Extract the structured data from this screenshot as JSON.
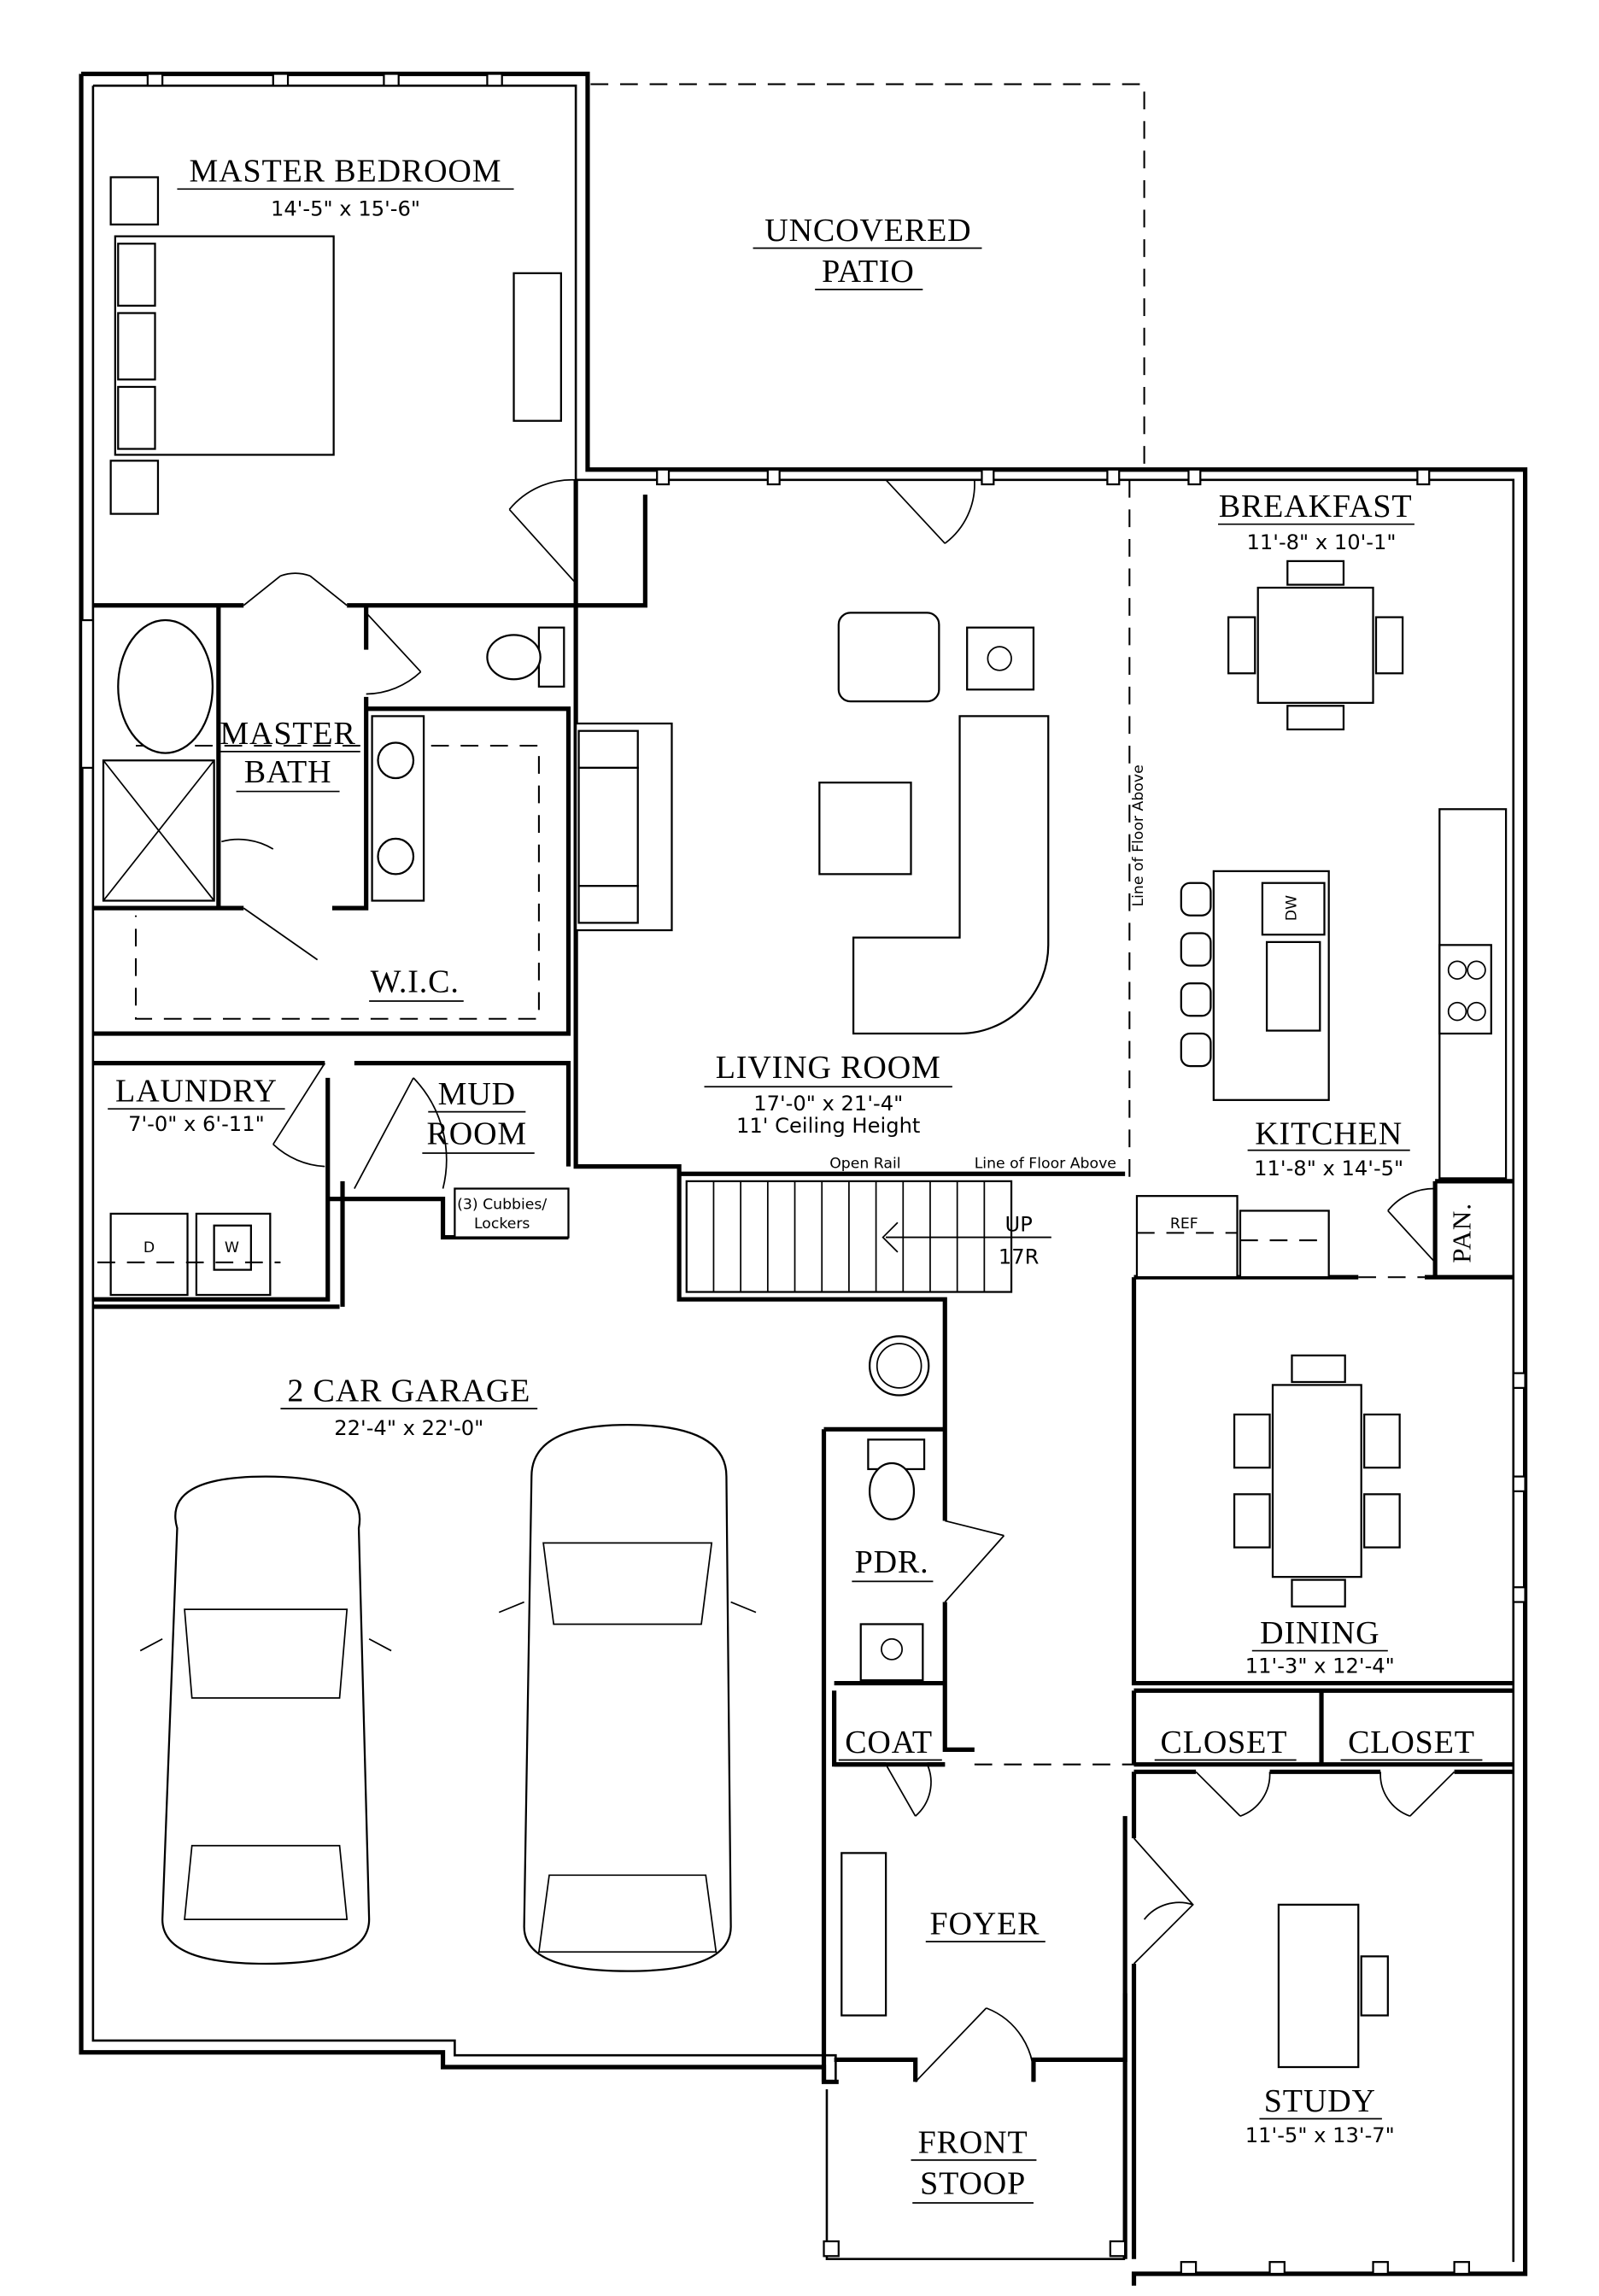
{
  "rooms": {
    "master_bedroom": {
      "name": "MASTER BEDROOM",
      "size": "14'-5\" x 15'-6\""
    },
    "patio": {
      "line1": "UNCOVERED",
      "line2": "PATIO"
    },
    "breakfast": {
      "name": "BREAKFAST",
      "size": "11'-8\" x 10'-1\""
    },
    "master_bath": {
      "line1": "MASTER",
      "line2": "BATH"
    },
    "wic": {
      "name": "W.I.C."
    },
    "living_room": {
      "name": "LIVING ROOM",
      "size": "17'-0\" x 21'-4\"",
      "ceiling": "11' Ceiling Height"
    },
    "laundry": {
      "name": "LAUNDRY",
      "size": "7'-0\" x 6'-11\""
    },
    "mud_room": {
      "line1": "MUD",
      "line2": "ROOM"
    },
    "kitchen": {
      "name": "KITCHEN",
      "size": "11'-8\" x 14'-5\""
    },
    "garage": {
      "name": "2 CAR GARAGE",
      "size": "22'-4\" x 22'-0\""
    },
    "powder": {
      "name": "PDR."
    },
    "dining": {
      "name": "DINING",
      "size": "11'-3\" x 12'-4\""
    },
    "coat": {
      "name": "COAT"
    },
    "closet1": {
      "name": "CLOSET"
    },
    "closet2": {
      "name": "CLOSET"
    },
    "foyer": {
      "name": "FOYER"
    },
    "study": {
      "name": "STUDY",
      "size": "11'-5\" x 13'-7\""
    },
    "front_stoop": {
      "line1": "FRONT",
      "line2": "STOOP"
    }
  },
  "annotations": {
    "cubbies_line1": "(3) Cubbies/",
    "cubbies_line2": "Lockers",
    "open_rail": "Open Rail",
    "line_floor_above_h": "Line of Floor Above",
    "line_floor_above_v": "Line of Floor Above",
    "stair_up": "UP",
    "stair_risers": "17R",
    "ref": "REF",
    "dw": "DW",
    "pantry": "PAN.",
    "dryer": "D",
    "washer": "W"
  }
}
